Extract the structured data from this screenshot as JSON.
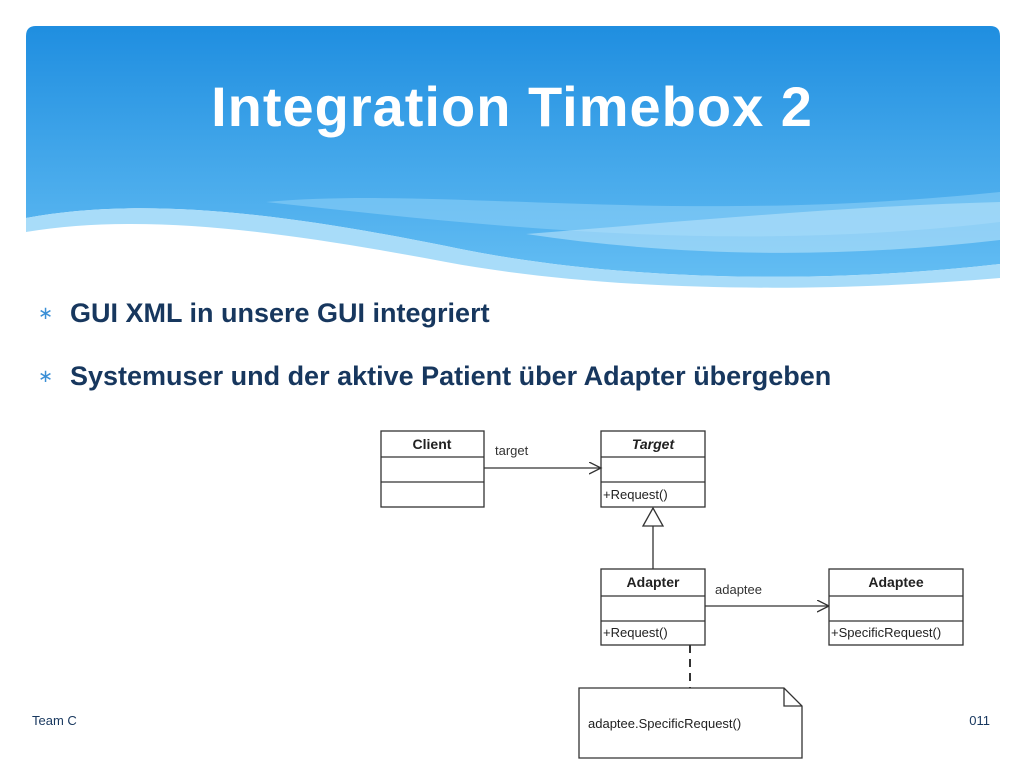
{
  "slide": {
    "title": "Integration Timebox 2",
    "bullets": [
      "GUI XML in unsere GUI integriert",
      "Systemuser und der aktive Patient über Adapter übergeben"
    ],
    "footer_left": "Team C",
    "footer_right": "011",
    "bullet_icon": "asterisk-icon"
  },
  "diagram": {
    "client": {
      "name": "Client"
    },
    "target": {
      "name": "Target",
      "operation": "+Request()"
    },
    "adapter": {
      "name": "Adapter",
      "operation": "+Request()"
    },
    "adaptee": {
      "name": "Adaptee",
      "operation": "+SpecificRequest()"
    },
    "assoc_target_label": "target",
    "assoc_adaptee_label": "adaptee",
    "note": "adaptee.SpecificRequest()"
  },
  "colors": {
    "header_top": "#1f8ee0",
    "header_bottom": "#7ccaf5",
    "text_dark": "#17375e",
    "bullet_accent": "#3a8fd6"
  }
}
